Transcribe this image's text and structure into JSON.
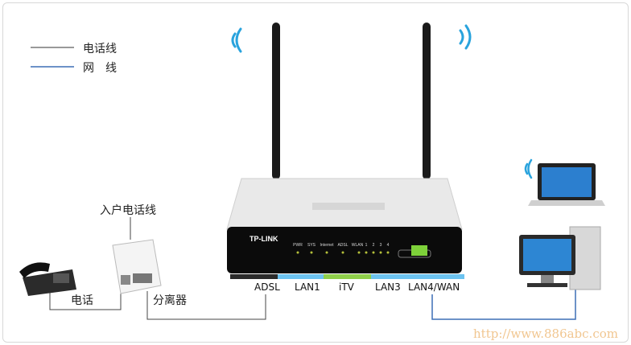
{
  "legend": {
    "phone_line": "电话线",
    "network_line": "网　线",
    "phone_line_color": "#333333",
    "network_line_color": "#3d6fb6"
  },
  "labels": {
    "incoming_line": "入户电话线",
    "splitter": "分离器",
    "phone": "电话"
  },
  "router": {
    "brand": "TP-LINK",
    "leds": [
      "PWR",
      "SYS",
      "Internet",
      "ADSL",
      "WLAN",
      "1",
      "2",
      "3",
      "4"
    ]
  },
  "ports": [
    {
      "label": "ADSL",
      "color": "#2a2a2a"
    },
    {
      "label": "LAN1",
      "color": "#6cc3f0"
    },
    {
      "label": "iTV",
      "color": "#8fcf4a"
    },
    {
      "label": "LAN3",
      "color": "#6cc3f0"
    },
    {
      "label": "LAN4/WAN",
      "color": "#6cc3f0"
    }
  ],
  "watermark": "http://www.886abc.com"
}
